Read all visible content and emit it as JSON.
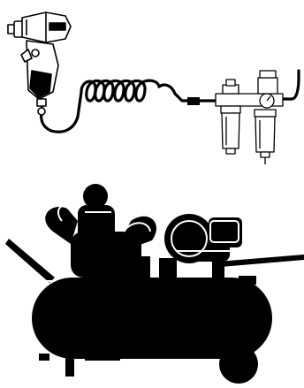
{
  "diagram": {
    "components": [
      {
        "id": "impact-wrench",
        "icon": "impact-wrench-icon"
      },
      {
        "id": "coiled-air-hose",
        "icon": "coiled-hose-icon"
      },
      {
        "id": "filter-regulator-lubricator",
        "icon": "frl-unit-icon"
      },
      {
        "id": "air-compressor",
        "icon": "air-compressor-icon"
      }
    ],
    "connections": [
      {
        "from": "impact-wrench",
        "to": "coiled-air-hose"
      },
      {
        "from": "coiled-air-hose",
        "to": "filter-regulator-lubricator"
      },
      {
        "from": "filter-regulator-lubricator",
        "to": "air-compressor"
      }
    ]
  },
  "colors": {
    "line": "#000000",
    "silhouette": "#000000",
    "background": "#ffffff",
    "light_fill": "#ffffff",
    "grey_fill": "#e6e6e6"
  }
}
